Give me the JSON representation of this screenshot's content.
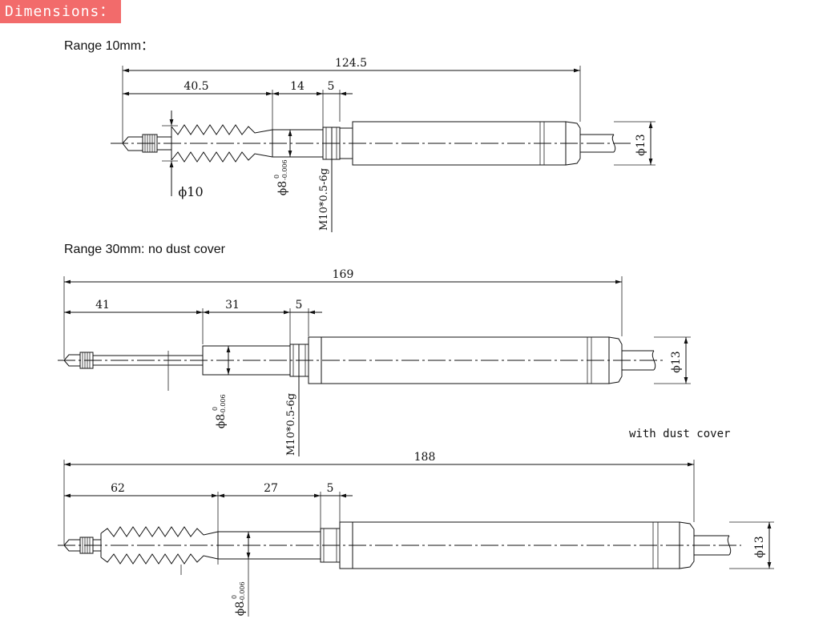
{
  "header": {
    "title": "Dimensions："
  },
  "sections": [
    {
      "title": "Range 10mm：",
      "dims": {
        "overall": "124.5",
        "a": "40.5",
        "b": "14",
        "c": "5",
        "boot_dia": "ϕ10",
        "shaft_dia": "ϕ8",
        "shaft_tol_upper": "0",
        "shaft_tol_lower": "-0.006",
        "thread": "M10*0.5-6g",
        "cable_dia": "ϕ13"
      }
    },
    {
      "title": "Range 30mm: no dust cover",
      "dims": {
        "overall": "169",
        "a": "41",
        "b": "31",
        "c": "5",
        "shaft_dia": "ϕ8",
        "shaft_tol_upper": "0",
        "shaft_tol_lower": "-0.006",
        "thread": "M10*0.5-6g",
        "cable_dia": "ϕ13"
      }
    },
    {
      "title": "with dust cover",
      "dims": {
        "overall": "188",
        "a": "62",
        "b": "27",
        "c": "5",
        "shaft_dia": "ϕ8",
        "shaft_tol_upper": "0",
        "shaft_tol_lower": "-0.006",
        "cable_dia": "ϕ13"
      }
    }
  ],
  "colors": {
    "header_bg": "#f26b6b",
    "header_text": "#ffffff",
    "line": "#111111"
  }
}
